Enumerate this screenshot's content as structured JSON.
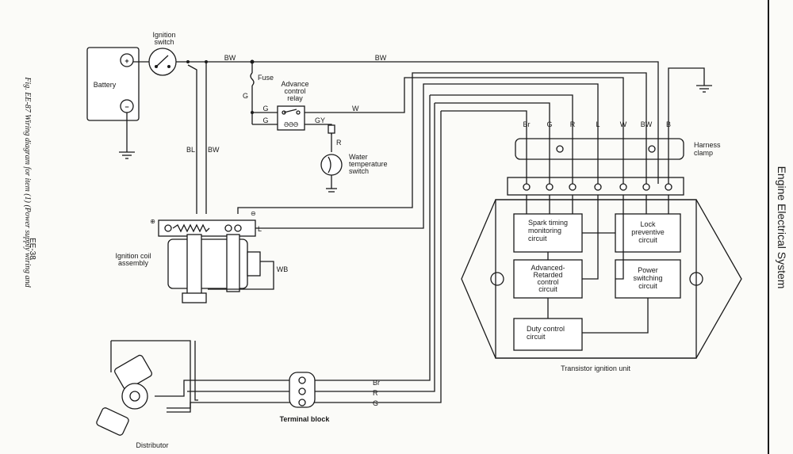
{
  "page": {
    "section_title": "Engine Electrical System",
    "figure_caption": "Fig. EE-87  Wiring diagram for item (1) (Power supply wiring and",
    "page_number": "EE-38"
  },
  "components": {
    "battery": "Battery",
    "battery_plus": "+",
    "battery_minus": "−",
    "ignition_switch_line1": "Ignition",
    "ignition_switch_line2": "switch",
    "fuse": "Fuse",
    "relay_line1": "Advance",
    "relay_line2": "control",
    "relay_line3": "relay",
    "water_line1": "Water",
    "water_line2": "temperature",
    "water_line3": "switch",
    "coil_line1": "Ignition coil",
    "coil_line2": "assembly",
    "coil_plus": "⊕",
    "coil_minus": "⊖",
    "distributor": "Distributor",
    "terminal_block": "Terminal block",
    "harness_line1": "Harness",
    "harness_line2": "clamp",
    "unit": "Transistor ignition unit"
  },
  "circuits": {
    "spark_line1": "Spark timing",
    "spark_line2": "monitoring",
    "spark_line3": "circuit",
    "lock_line1": "Lock",
    "lock_line2": "preventive",
    "lock_line3": "circuit",
    "adv_line1": "Advanced-",
    "adv_line2": "Retarded",
    "adv_line3": "control",
    "adv_line4": "circuit",
    "power_line1": "Power",
    "power_line2": "switching",
    "power_line3": "circuit",
    "duty_line1": "Duty control",
    "duty_line2": "circuit"
  },
  "wire_labels": {
    "bw_top1": "BW",
    "bw_top2": "BW",
    "g_fuse": "G",
    "g_relay1": "G",
    "g_relay2": "G",
    "w_relay": "W",
    "gy": "GY",
    "r_water": "R",
    "bl": "BL",
    "bw_down": "BW",
    "l_coil": "L",
    "wb": "WB",
    "br_tb": "Br",
    "r_tb": "R",
    "g_tb": "G"
  },
  "unit_terminals": [
    "Br",
    "G",
    "R",
    "L",
    "W",
    "BW",
    "B"
  ],
  "relay_coil": "ƏƏƏ"
}
